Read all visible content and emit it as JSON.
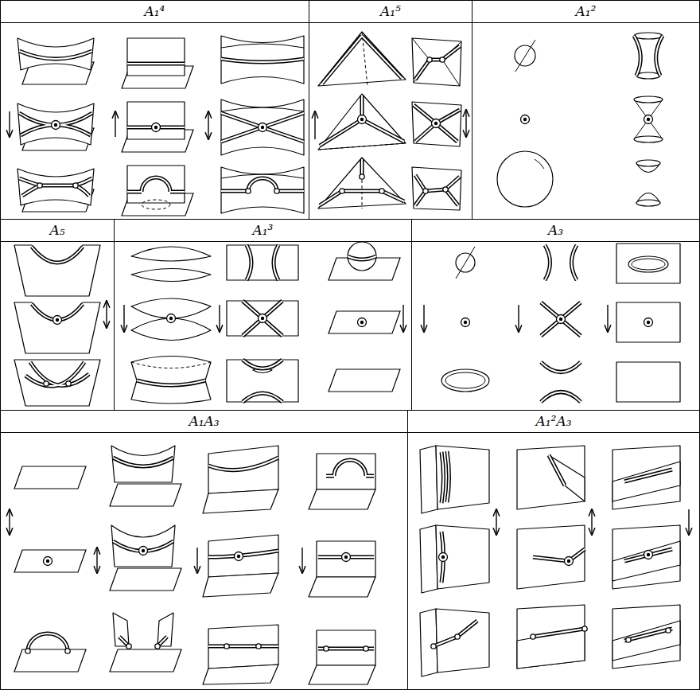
{
  "diagram": {
    "nodes": [
      {
        "text": [
          "A₁⁴"
        ]
      },
      {
        "text": [
          "A₁⁵"
        ]
      },
      {
        "text": [
          "A₁²"
        ]
      },
      {
        "text": [
          "A₅"
        ]
      },
      {
        "text": [
          "A₁³"
        ]
      },
      {
        "text": [
          "A₃"
        ]
      },
      {
        "text": [
          "A₁A₃"
        ]
      },
      {
        "text": [
          "A₁²A₃"
        ]
      }
    ]
  }
}
